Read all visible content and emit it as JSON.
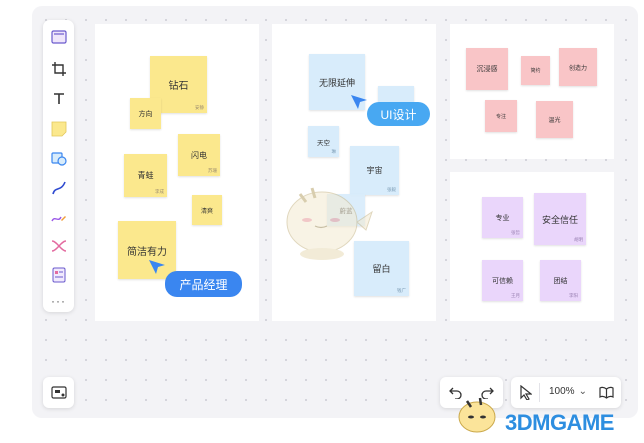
{
  "toolbar": {
    "tools": [
      "frame-tool",
      "crop-tool",
      "text-tool",
      "sticky-note-tool",
      "shape-tool",
      "connector-tool",
      "pen-tool",
      "mindmap-tool",
      "template-tool",
      "more-tool"
    ],
    "more_label": "···"
  },
  "board1": {
    "notes": [
      {
        "text": "钻石",
        "sig": "安静"
      },
      {
        "text": "方向",
        "sig": ""
      },
      {
        "text": "闪电",
        "sig": "苏珊"
      },
      {
        "text": "青蛙",
        "sig": "李成"
      },
      {
        "text": "清爽",
        "sig": ""
      },
      {
        "text": "简洁有力",
        "sig": ""
      }
    ],
    "cursor_label": "产品经理"
  },
  "board2": {
    "notes": [
      {
        "text": "无限延伸",
        "sig": ""
      },
      {
        "text": "天空",
        "sig": "琳"
      },
      {
        "text": "宇宙",
        "sig": "张毅"
      },
      {
        "text": "蔚蓝",
        "sig": ""
      },
      {
        "text": "留白",
        "sig": "钱广"
      }
    ],
    "cursor_label": "UI设计"
  },
  "board3": {
    "notes": [
      {
        "text": "沉浸感",
        "sig": ""
      },
      {
        "text": "简约",
        "sig": ""
      },
      {
        "text": "创造力",
        "sig": ""
      },
      {
        "text": "专注",
        "sig": ""
      },
      {
        "text": "温光",
        "sig": ""
      }
    ]
  },
  "board4": {
    "notes": [
      {
        "text": "专业",
        "sig": "张哲"
      },
      {
        "text": "安全信任",
        "sig": "胡明"
      },
      {
        "text": "可信赖",
        "sig": "王月"
      },
      {
        "text": "团结",
        "sig": "李阳"
      }
    ]
  },
  "bottom": {
    "zoom_label": "100%",
    "chevron": "⌄"
  },
  "watermark": {
    "text": "3DMGAME"
  },
  "colors": {
    "accent": "#3a86f0",
    "yellow_note": "#fbe88d",
    "blue_note": "#d8ecfb",
    "pink_note": "#f9c5c7",
    "purple_note": "#ead6fb"
  }
}
